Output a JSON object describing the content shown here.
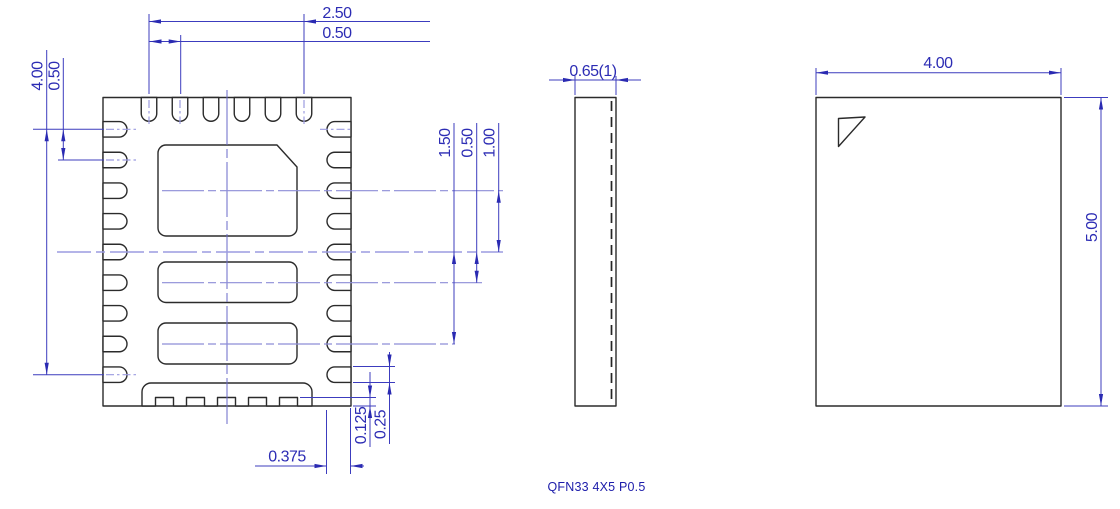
{
  "caption": "QFN33 4X5 P0.5",
  "colors": {
    "dimension_blue": "#2c2cb4",
    "outline_black": "#2b2b2b",
    "centerline_blue": "#9b9be0",
    "background": "#ffffff"
  },
  "dims": {
    "lead_span_top": "2.50",
    "lead_pitch_top": "0.50",
    "lead_span_left": "4.00",
    "lead_pitch_left": "0.50",
    "epad_right_a": "1.50",
    "epad_right_b": "0.50",
    "epad_right_c": "1.00",
    "notch_depth": "0.125",
    "pad_width": "0.25",
    "pad_length": "0.375",
    "body_thickness": "0.65(1)",
    "body_width": "4.00",
    "body_height": "5.00"
  }
}
